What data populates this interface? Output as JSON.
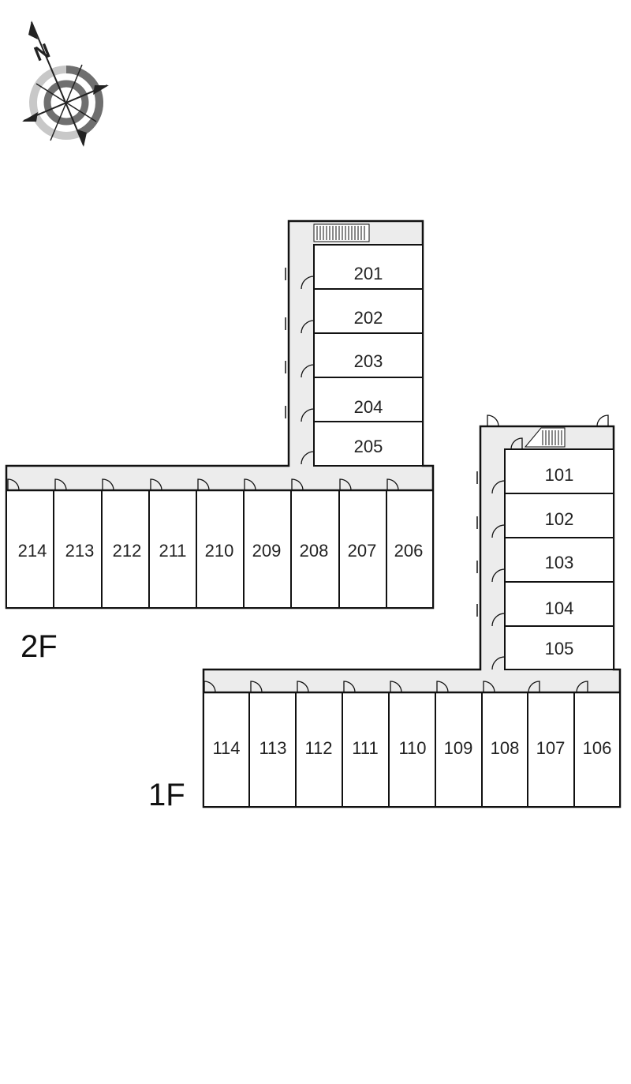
{
  "compass": {
    "icon": "compass-rose-icon",
    "north_letter": "N"
  },
  "floor_2": {
    "label": "2F",
    "wing_units": [
      "201",
      "202",
      "203",
      "204",
      "205"
    ],
    "row_units": [
      "214",
      "213",
      "212",
      "211",
      "210",
      "209",
      "208",
      "207",
      "206"
    ]
  },
  "floor_1": {
    "label": "1F",
    "wing_units": [
      "101",
      "102",
      "103",
      "104",
      "105"
    ],
    "row_units": [
      "114",
      "113",
      "112",
      "111",
      "110",
      "109",
      "108",
      "107",
      "106"
    ]
  },
  "colors": {
    "corridor": "#ececec",
    "wall": "#111111",
    "compass_dark": "#6f6f6f",
    "compass_light": "#c8c8c8"
  }
}
